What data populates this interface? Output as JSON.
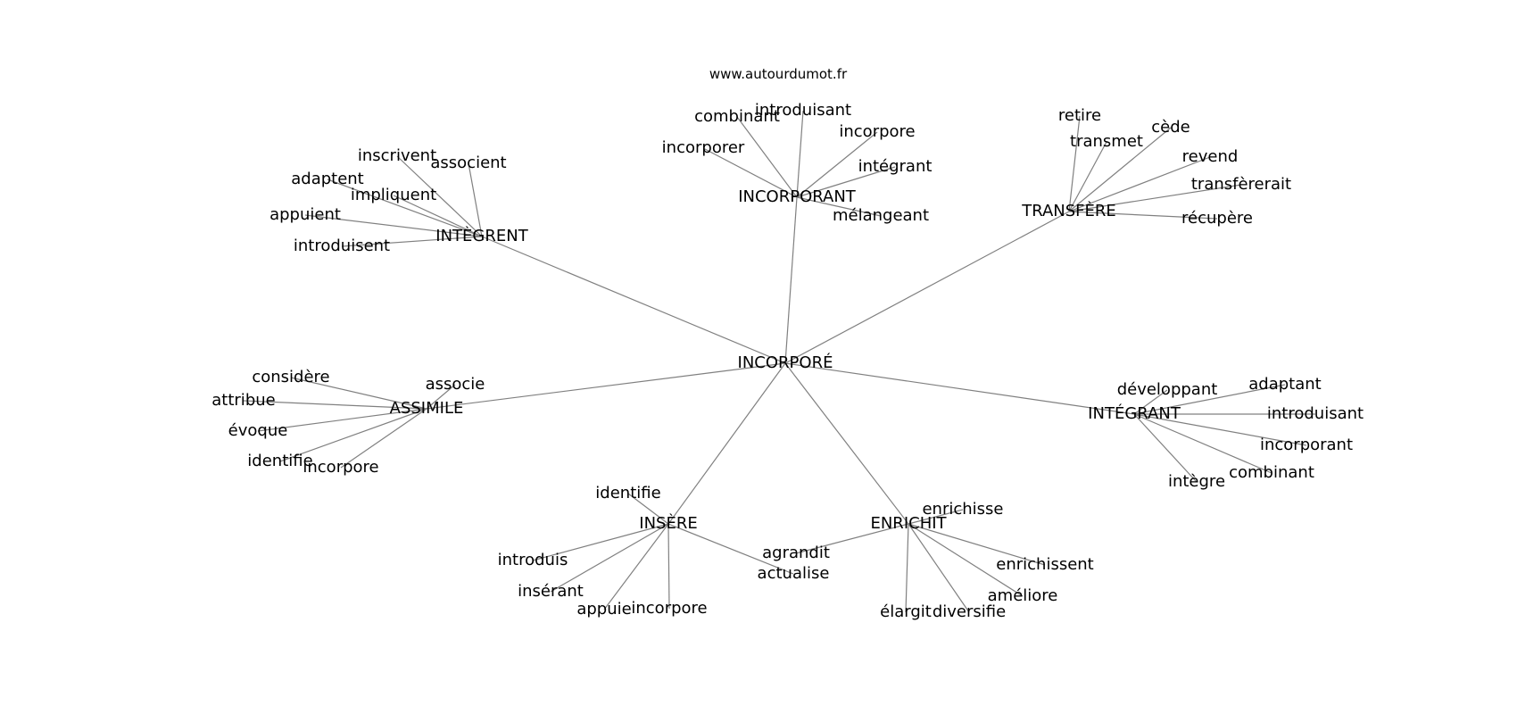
{
  "source": "www.autourdumot.fr",
  "center": "INCORPORÉ",
  "groups": [
    {
      "label": "INTÈGRENT",
      "leaves": [
        "inscrivent",
        "associent",
        "adaptent",
        "impliquent",
        "appuient",
        "introduisent"
      ]
    },
    {
      "label": "INCORPORANT",
      "leaves": [
        "combinant",
        "introduisant",
        "incorporer",
        "incorpore",
        "intégrant",
        "mélangeant"
      ]
    },
    {
      "label": "TRANSFÈRE",
      "leaves": [
        "retire",
        "transmet",
        "cède",
        "revend",
        "transfèrerait",
        "récupère"
      ]
    },
    {
      "label": "ASSIMILE",
      "leaves": [
        "considère",
        "associe",
        "attribue",
        "évoque",
        "identifie",
        "incorpore"
      ]
    },
    {
      "label": "INTÉGRANT",
      "leaves": [
        "développant",
        "adaptant",
        "introduisant",
        "incorporant",
        "combinant",
        "intègre"
      ]
    },
    {
      "label": "INSÈRE",
      "leaves": [
        "identifie",
        "introduis",
        "insérant",
        "appuie",
        "incorpore",
        "actualise"
      ]
    },
    {
      "label": "ENRICHIT",
      "leaves": [
        "enrichisse",
        "agrandit",
        "enrichissent",
        "améliore",
        "élargit",
        "diversifie"
      ]
    }
  ]
}
